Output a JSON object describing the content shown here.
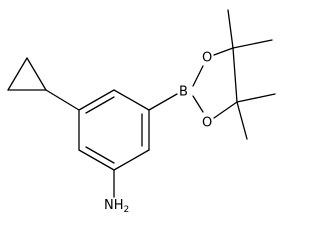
{
  "diagram": {
    "type": "chemical-structure",
    "atom_labels": {
      "boron": "B",
      "oxygen_upper": "O",
      "oxygen_lower": "O",
      "amine": "NH2"
    },
    "colors": {
      "bond": "#000000",
      "label": "#000000",
      "background": "#ffffff"
    }
  }
}
